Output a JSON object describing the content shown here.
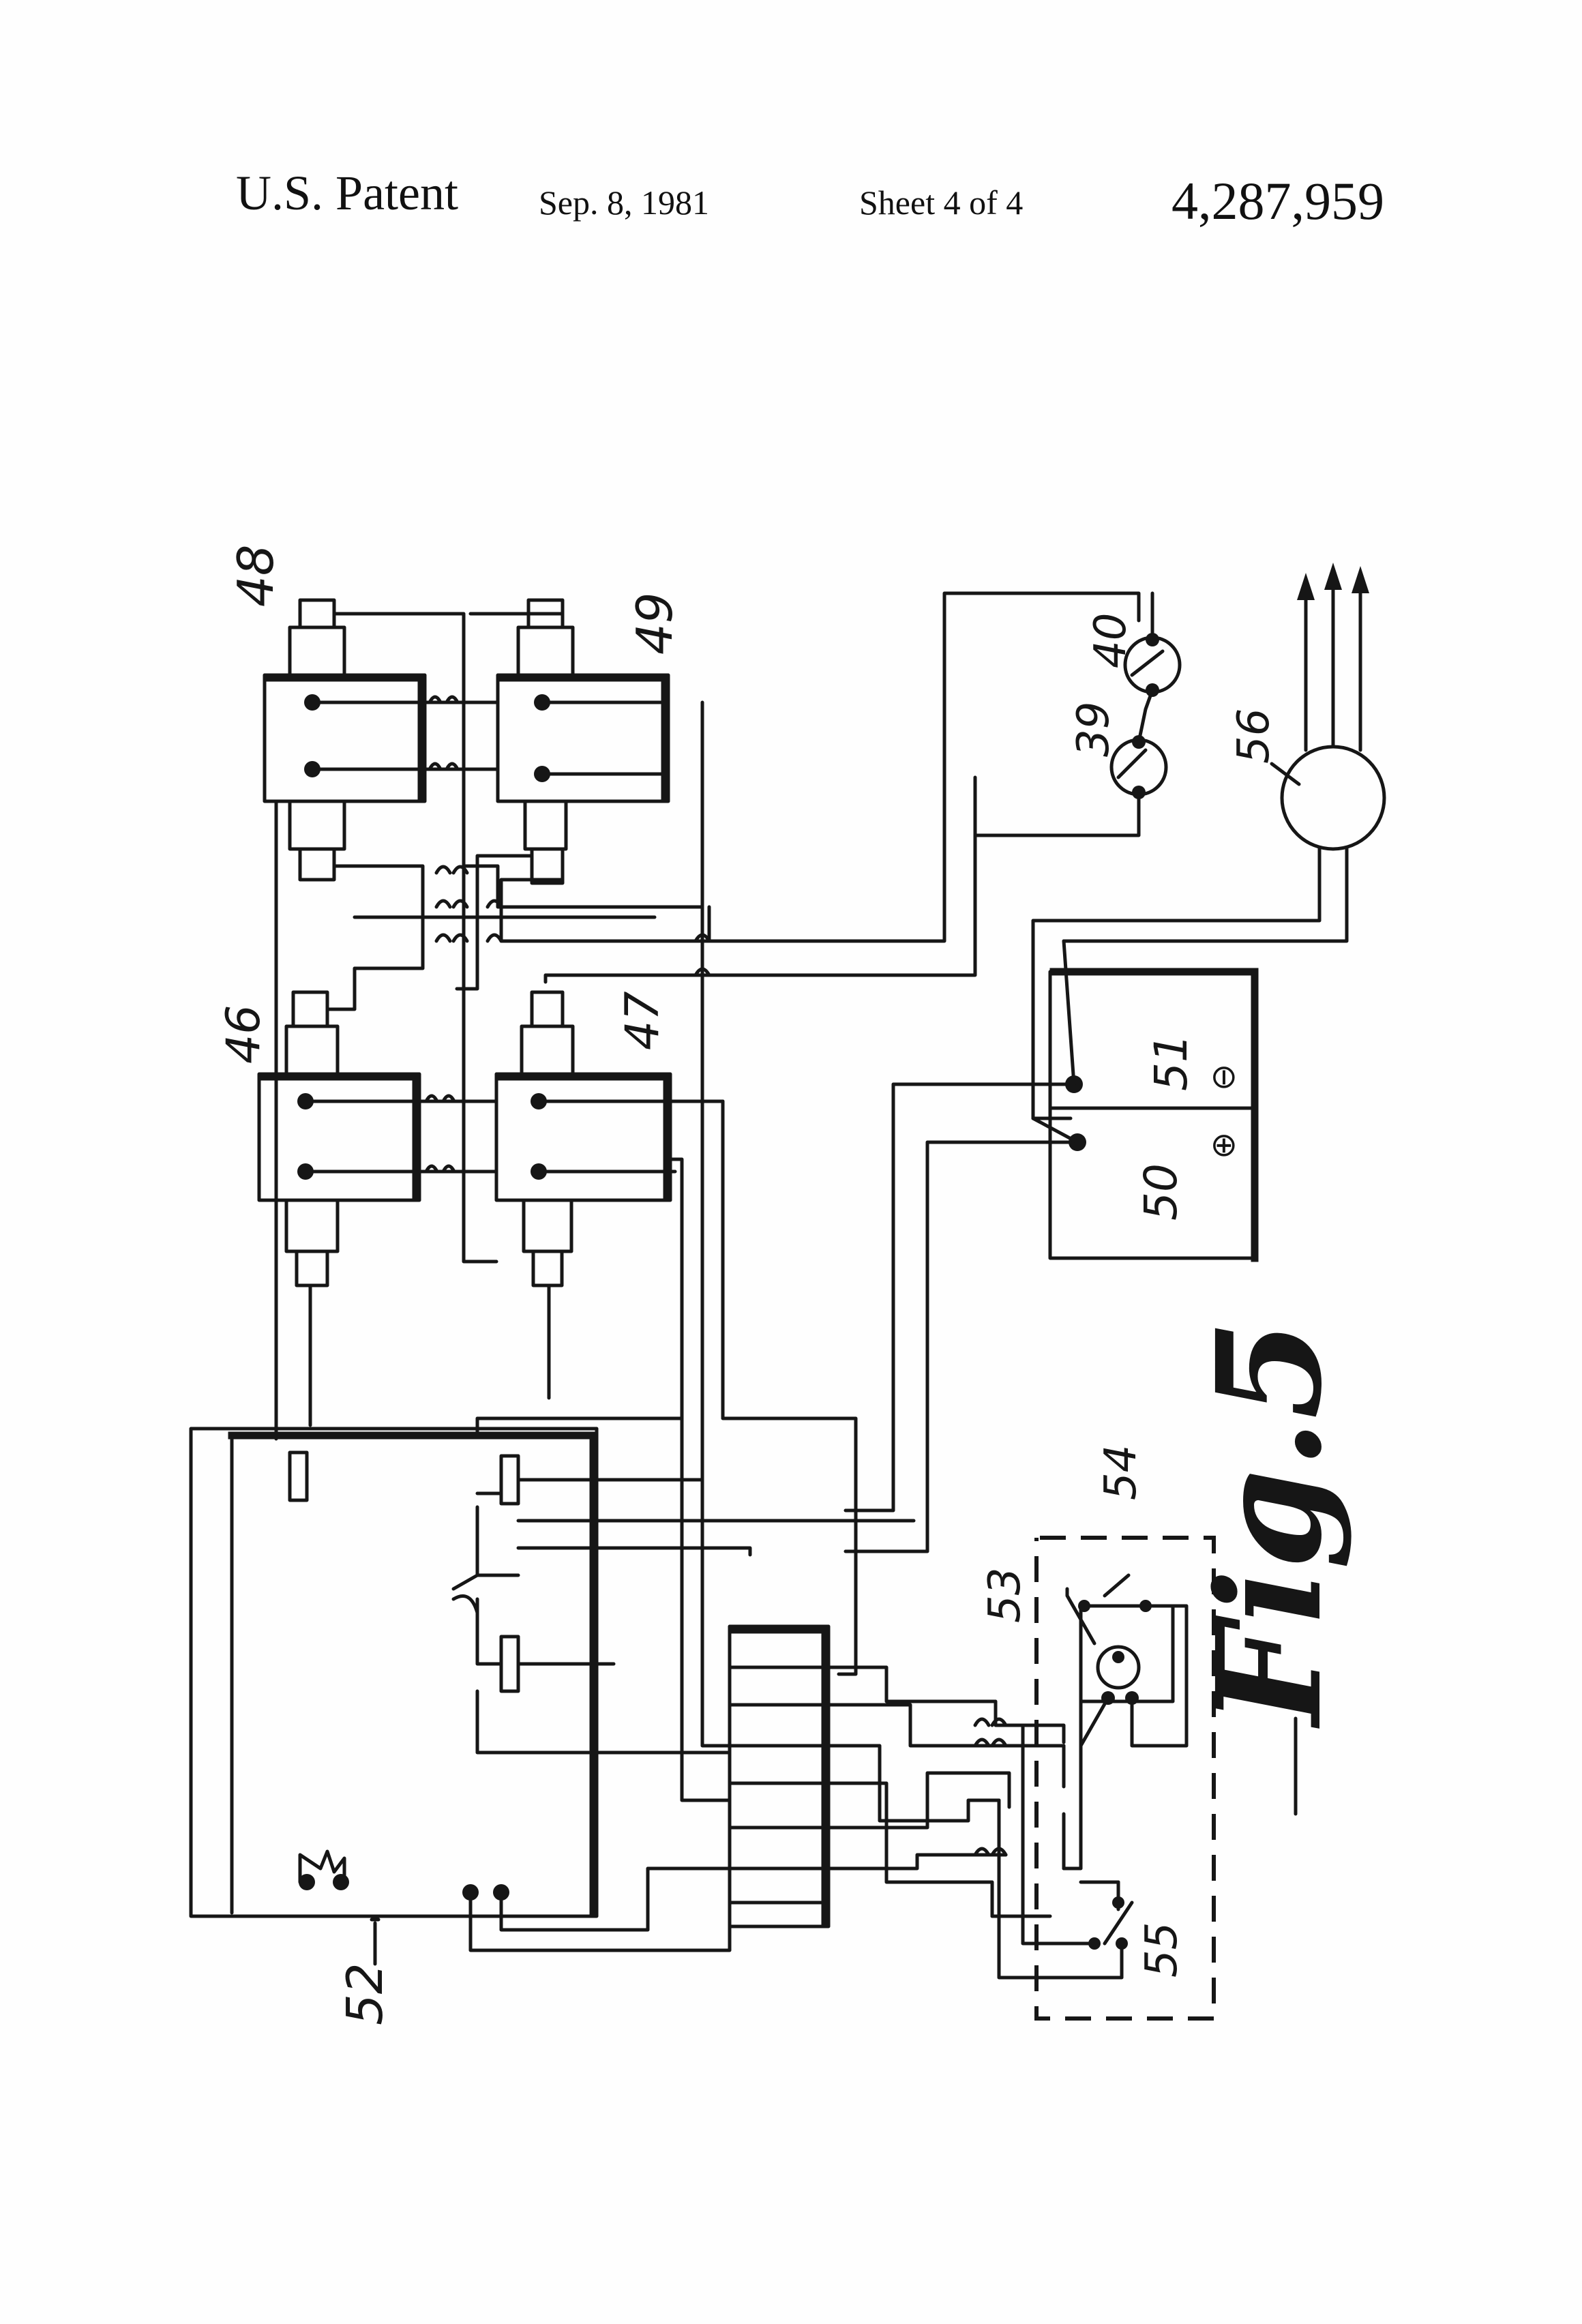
{
  "header": {
    "patent": "U.S. Patent",
    "date": "Sep. 8, 1981",
    "sheet": "Sheet 4 of 4",
    "number": "4,287,959"
  },
  "labels": {
    "l48": "48",
    "l49": "49",
    "l46": "46",
    "l47": "47",
    "l39": "39",
    "l40": "40",
    "l56": "56",
    "l50": "50",
    "l51": "51",
    "l52": "52",
    "l53": "53",
    "l54": "54",
    "l55": "55",
    "plus": "⊕",
    "minus": "⊖",
    "figure": "Fig.5"
  }
}
